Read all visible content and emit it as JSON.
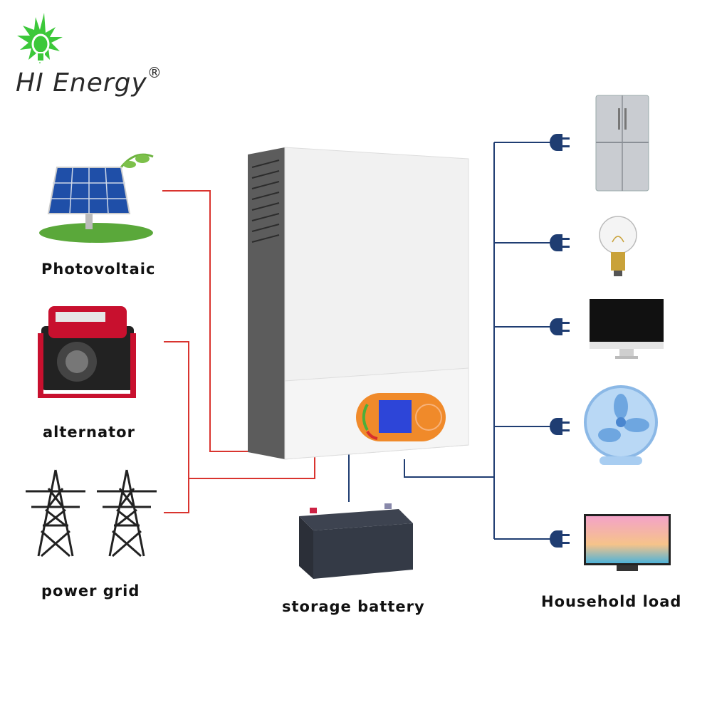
{
  "brand": {
    "name": "HI Energy",
    "mark": "®",
    "logo_icon": "green-starburst-lightbulb-icon",
    "colors": {
      "logo_green": "#3cc83a",
      "text": "#2a2a2a"
    }
  },
  "sources": [
    {
      "id": "photovoltaic",
      "label": "Photovoltaic",
      "icon": "solar-panel-icon"
    },
    {
      "id": "alternator",
      "label": "alternator",
      "icon": "generator-icon"
    },
    {
      "id": "power-grid",
      "label": "power grid",
      "icon": "transmission-tower-icon"
    }
  ],
  "center": {
    "device": "hybrid-solar-inverter",
    "display": "lcd-display-icon",
    "battery": {
      "label": "storage battery",
      "icon": "battery-icon"
    }
  },
  "loads": {
    "label": "Household load",
    "items": [
      {
        "id": "refrigerator",
        "icon": "refrigerator-icon",
        "plug": "plug-icon"
      },
      {
        "id": "light-bulb",
        "icon": "light-bulb-icon",
        "plug": "plug-icon"
      },
      {
        "id": "monitor",
        "icon": "monitor-icon",
        "plug": "plug-icon"
      },
      {
        "id": "fan",
        "icon": "fan-icon",
        "plug": "plug-icon"
      },
      {
        "id": "television",
        "icon": "television-icon",
        "plug": "plug-icon"
      }
    ]
  },
  "colors": {
    "input_wire": "#d9342f",
    "output_wire": "#1f3d72",
    "inverter_body": "#f1f1f1",
    "panel_orange": "#f08a2a",
    "lcd_blue": "#2d45d8"
  }
}
